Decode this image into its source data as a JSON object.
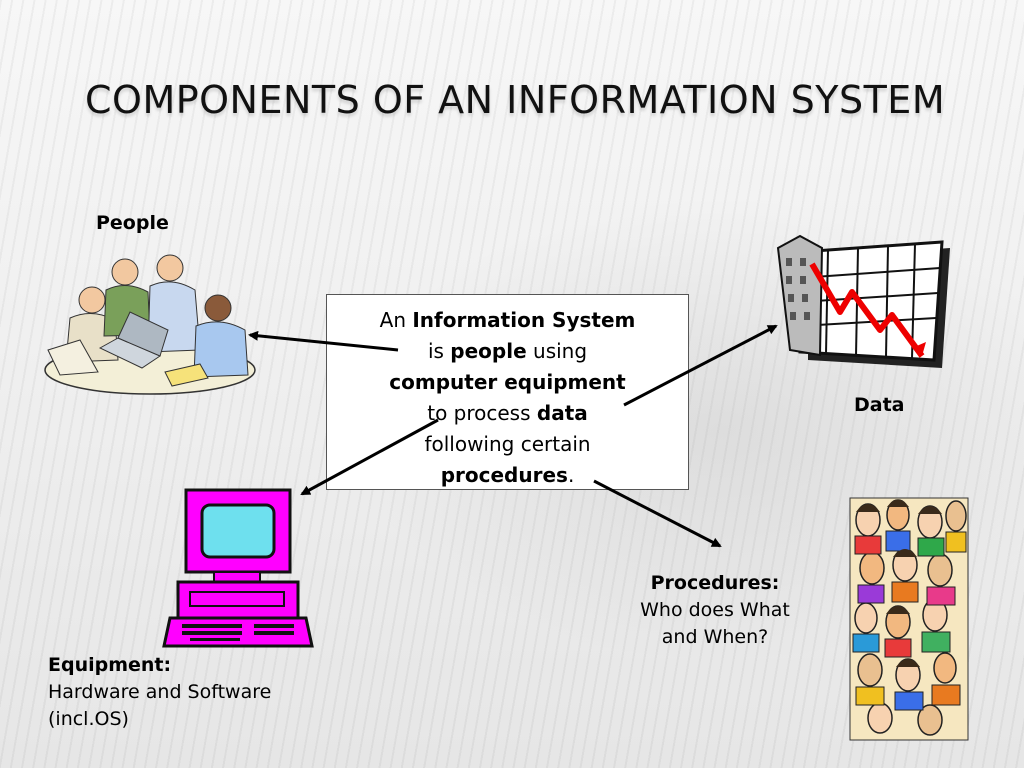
{
  "slide": {
    "title": "COMPONENTS OF AN INFORMATION SYSTEM"
  },
  "components": {
    "people": {
      "label": "People",
      "icon": "people-meeting-icon"
    },
    "data": {
      "label": "Data",
      "icon": "declining-chart-icon"
    },
    "equipment": {
      "label": "Equipment:",
      "desc_line1": "Hardware and Software",
      "desc_line2": "(incl.OS)",
      "icon": "computer-icon"
    },
    "procedures": {
      "label": "Procedures:",
      "desc_line1": "Who does What",
      "desc_line2": "and When?",
      "icon": "crowd-icon"
    }
  },
  "definition": {
    "w1": "An ",
    "w2": "Information System",
    "w3": "is ",
    "w4": "people",
    "w5": " using",
    "w6": "computer equipment",
    "w7": "to process ",
    "w8": "data",
    "w9": "following certain",
    "w10": "procedures",
    "w11": "."
  },
  "colors": {
    "computer_body": "#ff00ff",
    "computer_screen": "#66ddee",
    "chart_line": "#ff0000",
    "arrow": "#000000"
  }
}
